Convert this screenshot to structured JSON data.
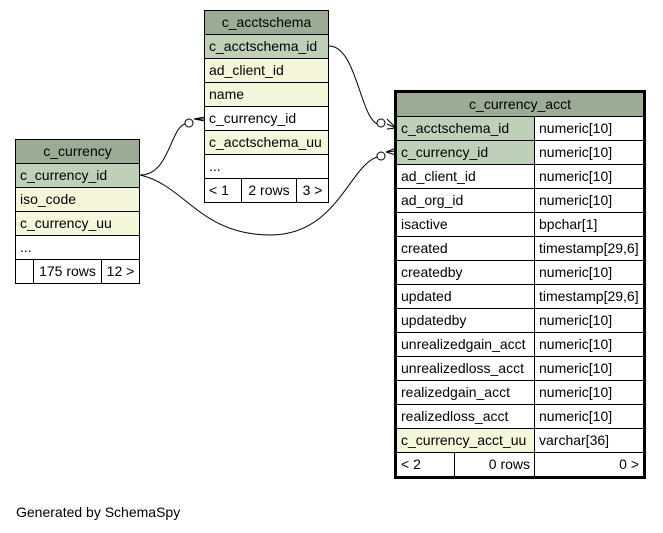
{
  "tables": {
    "c_acctschema": {
      "name": "c_acctschema",
      "columns": [
        {
          "name": "c_acctschema_id",
          "kind": "pk"
        },
        {
          "name": "ad_client_id",
          "kind": "fk"
        },
        {
          "name": "name",
          "kind": "fk"
        },
        {
          "name": "c_currency_id",
          "kind": "plain"
        },
        {
          "name": "c_acctschema_uu",
          "kind": "fk"
        },
        {
          "name": "...",
          "kind": "plain"
        }
      ],
      "footer": {
        "parents": "< 1",
        "rows": "2 rows",
        "children": "3 >"
      }
    },
    "c_currency": {
      "name": "c_currency",
      "columns": [
        {
          "name": "c_currency_id",
          "kind": "pk"
        },
        {
          "name": "iso_code",
          "kind": "fk"
        },
        {
          "name": "c_currency_uu",
          "kind": "fk"
        },
        {
          "name": "...",
          "kind": "plain"
        }
      ],
      "footer": {
        "parents": "",
        "rows": "175 rows",
        "children": "12 >"
      }
    },
    "c_currency_acct": {
      "name": "c_currency_acct",
      "columns": [
        {
          "name": "c_acctschema_id",
          "type": "numeric[10]",
          "kind": "pk"
        },
        {
          "name": "c_currency_id",
          "type": "numeric[10]",
          "kind": "pk"
        },
        {
          "name": "ad_client_id",
          "type": "numeric[10]",
          "kind": "plain"
        },
        {
          "name": "ad_org_id",
          "type": "numeric[10]",
          "kind": "plain"
        },
        {
          "name": "isactive",
          "type": "bpchar[1]",
          "kind": "plain"
        },
        {
          "name": "created",
          "type": "timestamp[29,6]",
          "kind": "plain"
        },
        {
          "name": "createdby",
          "type": "numeric[10]",
          "kind": "plain"
        },
        {
          "name": "updated",
          "type": "timestamp[29,6]",
          "kind": "plain"
        },
        {
          "name": "updatedby",
          "type": "numeric[10]",
          "kind": "plain"
        },
        {
          "name": "unrealizedgain_acct",
          "type": "numeric[10]",
          "kind": "plain"
        },
        {
          "name": "unrealizedloss_acct",
          "type": "numeric[10]",
          "kind": "plain"
        },
        {
          "name": "realizedgain_acct",
          "type": "numeric[10]",
          "kind": "plain"
        },
        {
          "name": "realizedloss_acct",
          "type": "numeric[10]",
          "kind": "plain"
        },
        {
          "name": "c_currency_acct_uu",
          "type": "varchar[36]",
          "kind": "fk"
        }
      ],
      "footer": {
        "parents": "< 2",
        "rows": "0 rows",
        "children": "0 >"
      }
    }
  },
  "colors": {
    "header": "#9bab96",
    "primary_key": "#bed1b8",
    "indexed": "#f4f7da",
    "plain": "#ffffff"
  },
  "footer_text": "Generated by SchemaSpy"
}
